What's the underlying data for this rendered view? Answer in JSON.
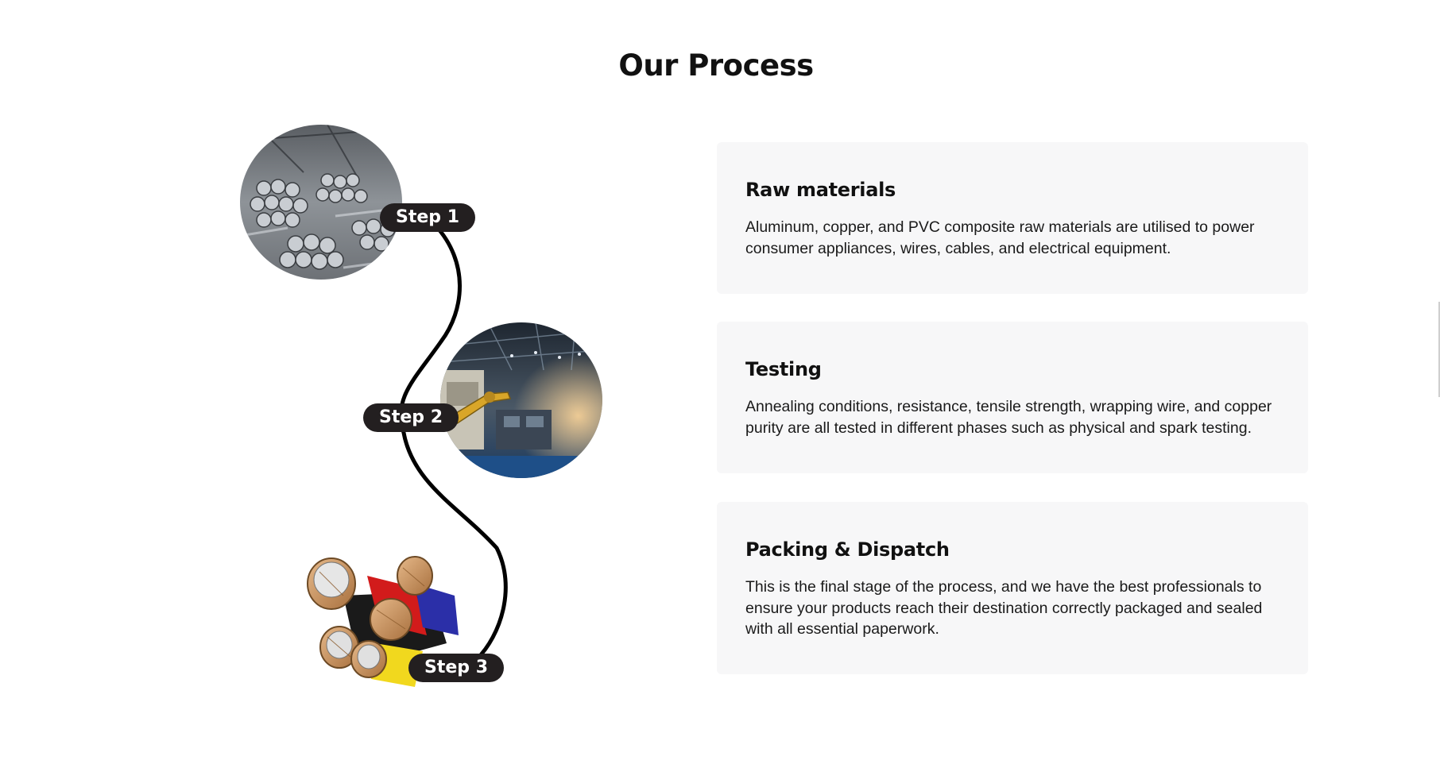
{
  "section": {
    "title": "Our Process"
  },
  "steps": [
    {
      "badge": "Step 1",
      "image": "raw-materials-warehouse-photo",
      "heading": "Raw materials",
      "body": "Aluminum, copper, and PVC composite raw materials are utilised to power consumer appliances, wires, cables, and electrical equipment."
    },
    {
      "badge": "Step 2",
      "image": "factory-testing-photo",
      "heading": "Testing",
      "body": "Annealing conditions, resistance, tensile strength, wrapping wire, and copper purity are all tested in different phases such as physical and spark testing."
    },
    {
      "badge": "Step 3",
      "image": "copper-cable-bundle-photo",
      "heading": "Packing & Dispatch",
      "body": "This is the final stage of the process, and we have the best professionals to ensure your products reach their destination correctly packaged and sealed with all essential paperwork."
    }
  ],
  "colors": {
    "badge_bg": "#231f20",
    "card_bg": "#f7f7f8",
    "path": "#000000"
  }
}
